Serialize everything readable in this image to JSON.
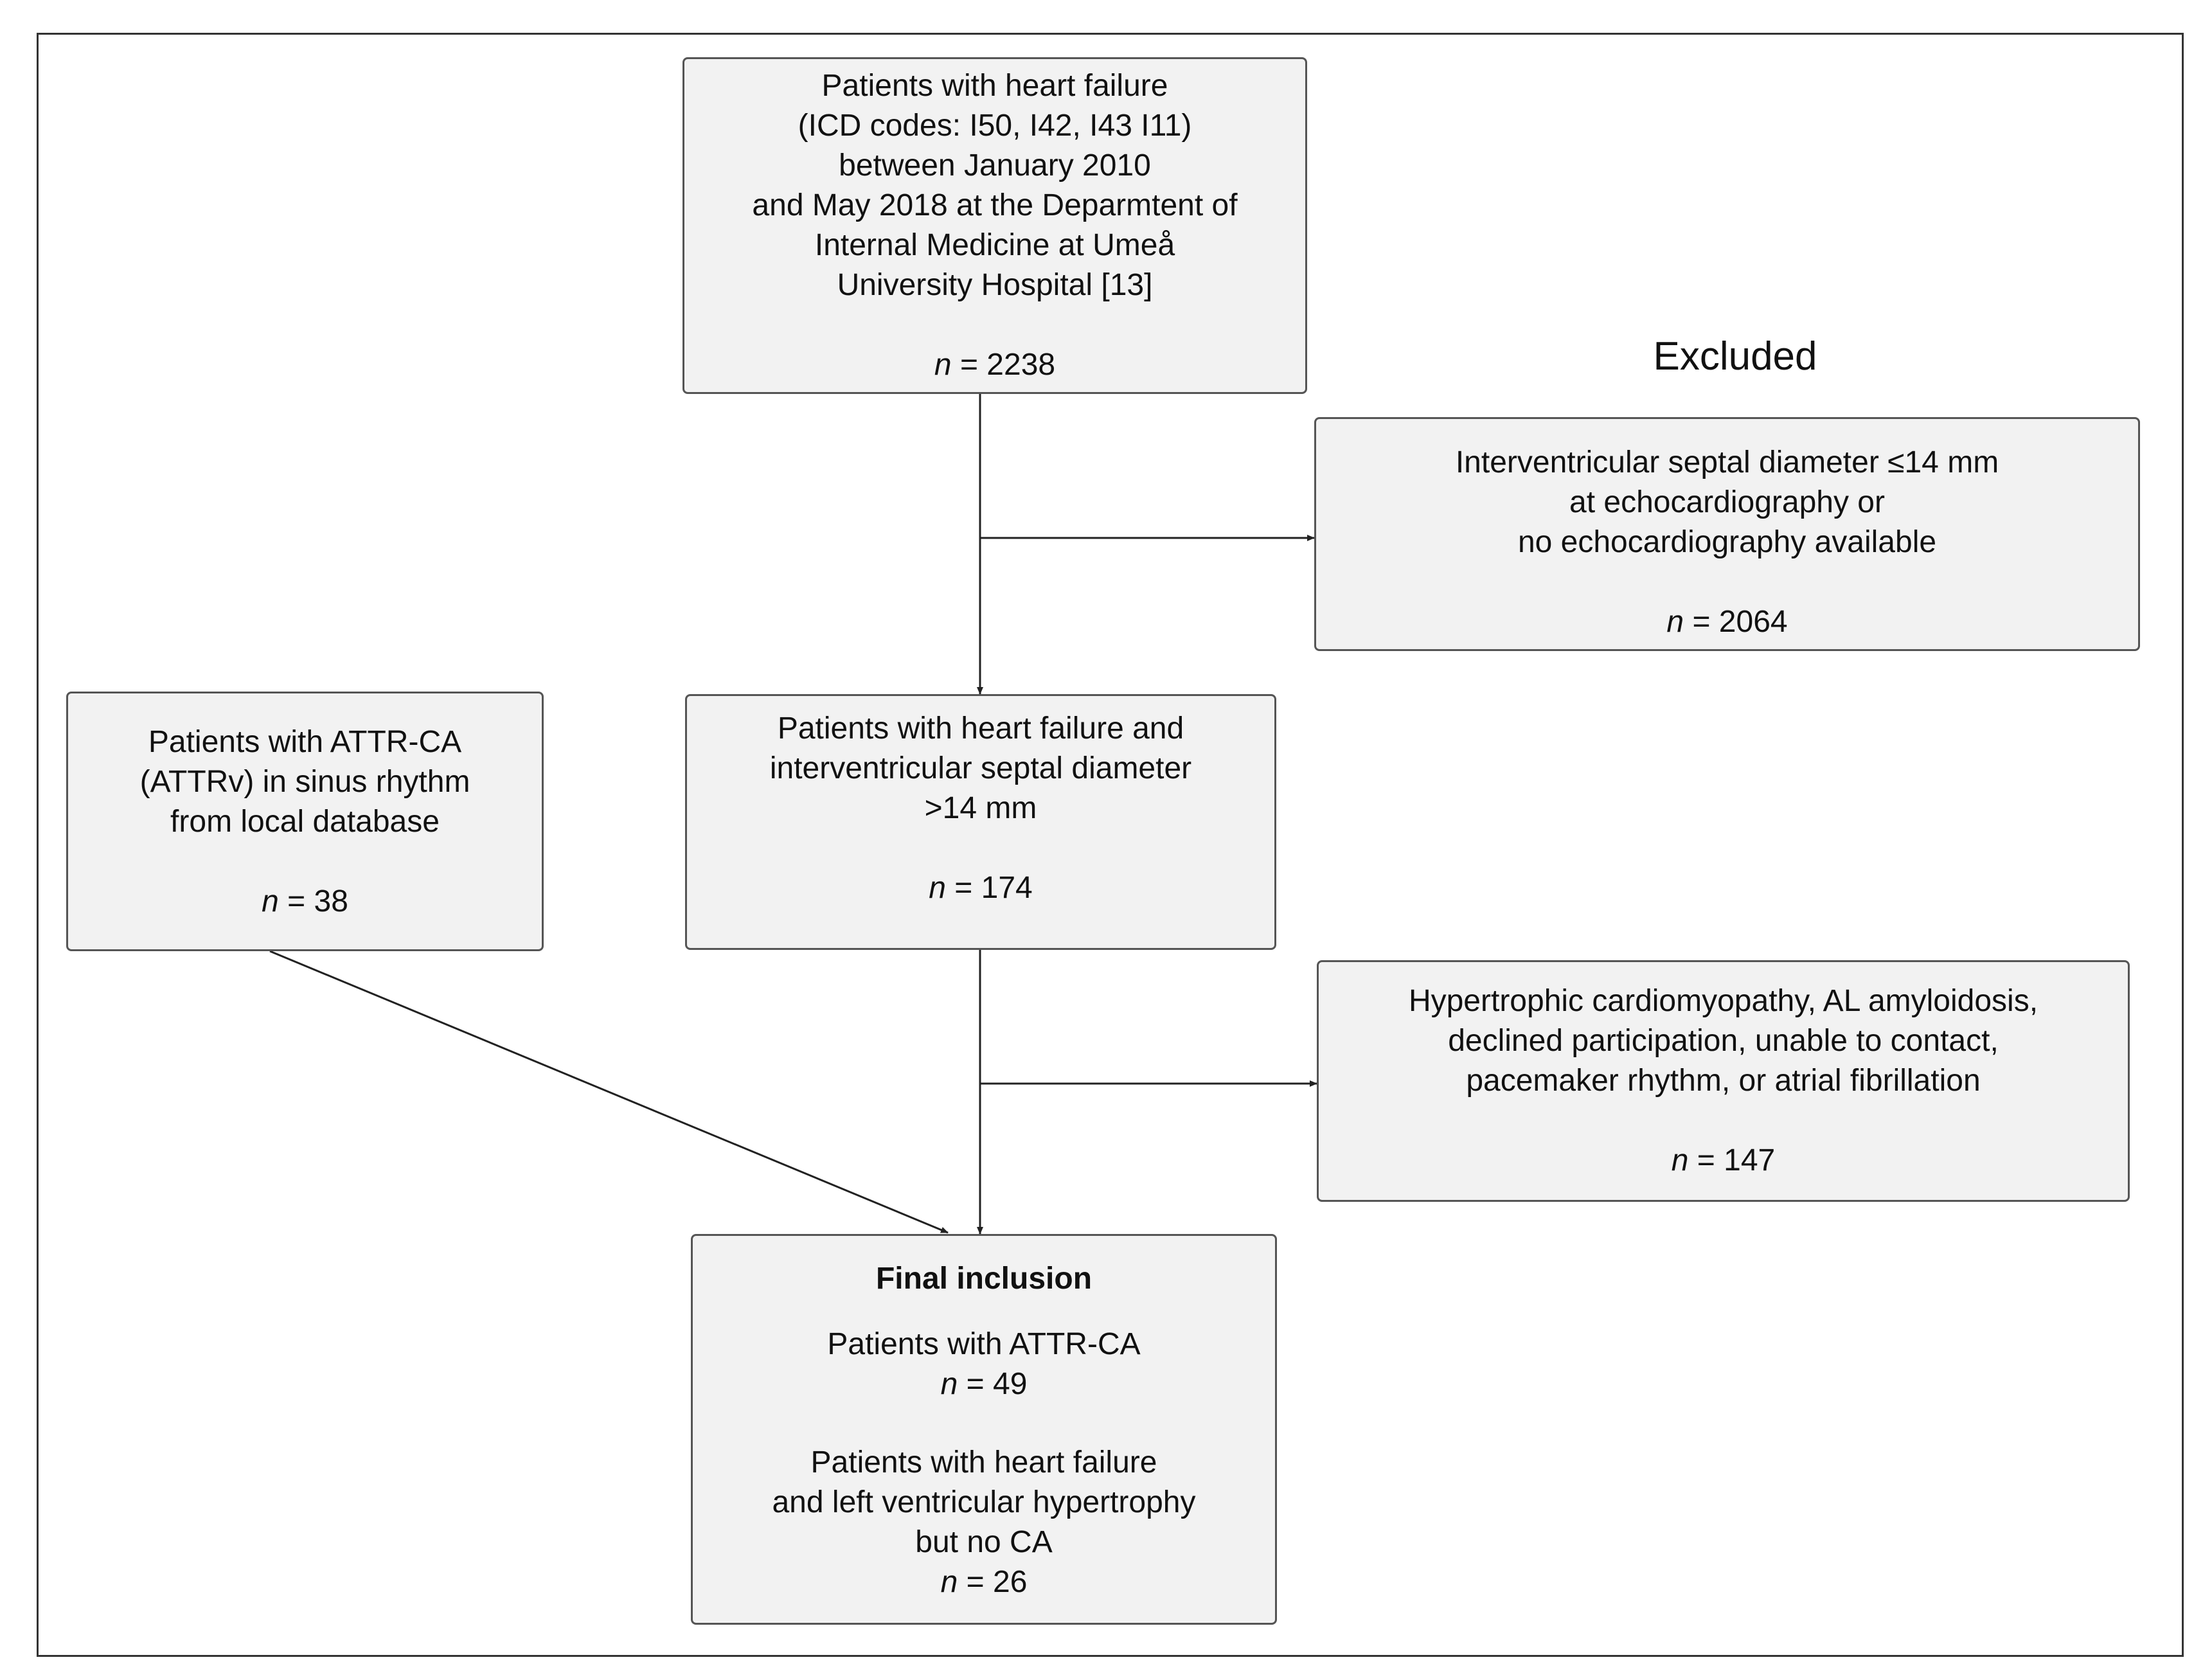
{
  "boxes": {
    "source": {
      "lines": [
        "Patients with heart failure",
        "(ICD codes: I50, I42, I43 I11)",
        "between January 2010",
        "and May 2018 at the Deparmtent of",
        "Internal Medicine at Umeå",
        "University Hospital [13]"
      ],
      "n_label": "n",
      "n_value": "= 2238"
    },
    "exclusion_1": {
      "lines": [
        "Interventricular septal diameter ≤14 mm",
        "at echocardiography or",
        "no echocardiography available"
      ],
      "n_label": "n",
      "n_value": "= 2064"
    },
    "attr_local": {
      "lines": [
        "Patients with ATTR-CA",
        "(ATTRv) in sinus rhythm",
        "from local database"
      ],
      "n_label": "n",
      "n_value": "= 38"
    },
    "septal": {
      "lines": [
        "Patients with heart failure and",
        "interventricular septal diameter",
        ">14 mm"
      ],
      "n_label": "n",
      "n_value": "= 174"
    },
    "exclusion_2": {
      "lines": [
        "Hypertrophic cardiomyopathy, AL amyloidosis,",
        "declined participation, unable to contact,",
        "pacemaker rhythm, or atrial fibrillation"
      ],
      "n_label": "n",
      "n_value": "= 147"
    },
    "final": {
      "title": "Final inclusion",
      "group1": "Patients with ATTR-CA",
      "group1_n_label": "n",
      "group1_n_value": "= 49",
      "group2_lines": [
        "Patients with heart failure",
        "and left ventricular hypertrophy",
        "but no CA"
      ],
      "group2_n_label": "n",
      "group2_n_value": "= 26"
    }
  },
  "excluded_heading": "Excluded"
}
